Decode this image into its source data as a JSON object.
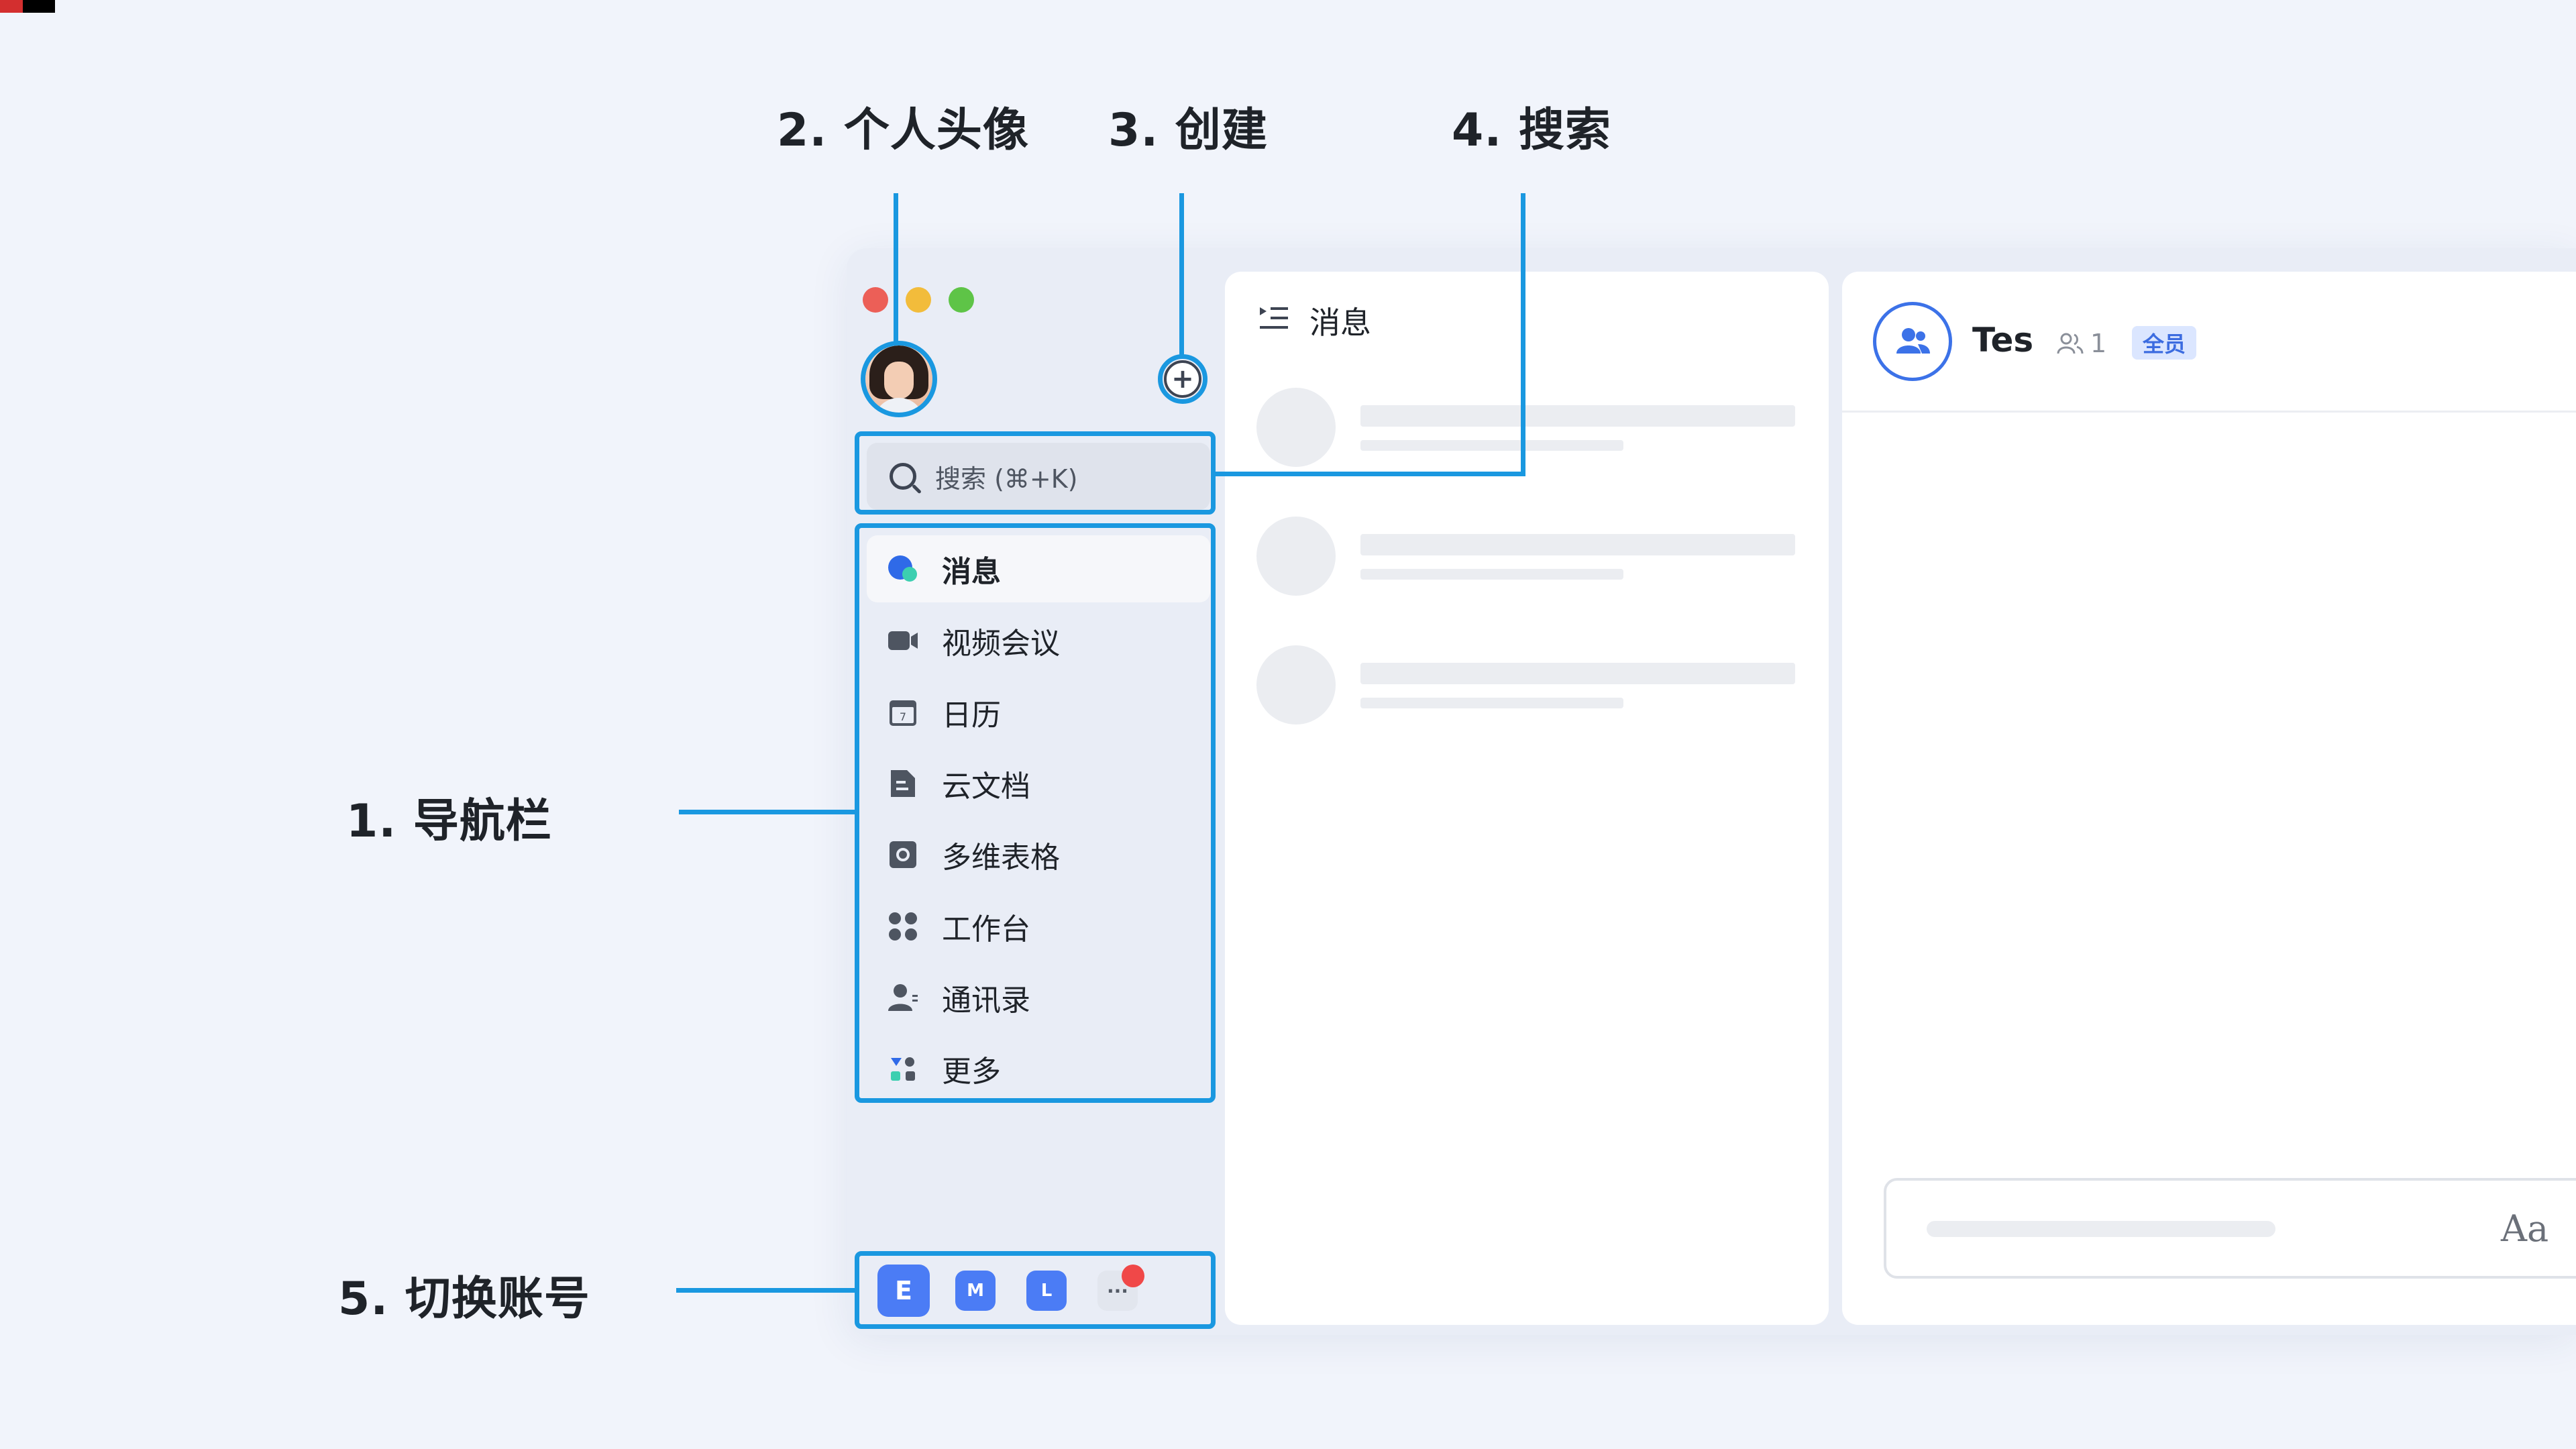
{
  "annotations": {
    "nav": "1. 导航栏",
    "avatar": "2. 个人头像",
    "create": "3. 创建",
    "search": "4. 搜索",
    "switch": "5. 切换账号"
  },
  "search": {
    "placeholder": "搜索 (⌘+K)"
  },
  "nav_items": [
    {
      "label": "消息",
      "icon": "chat-bubble-icon",
      "active": true
    },
    {
      "label": "视频会议",
      "icon": "video-camera-icon"
    },
    {
      "label": "日历",
      "icon": "calendar-icon"
    },
    {
      "label": "云文档",
      "icon": "document-icon"
    },
    {
      "label": "多维表格",
      "icon": "base-table-icon"
    },
    {
      "label": "工作台",
      "icon": "apps-grid-icon"
    },
    {
      "label": "通讯录",
      "icon": "contacts-icon"
    },
    {
      "label": "更多",
      "icon": "more-apps-icon"
    }
  ],
  "calendar_day": "7",
  "accounts": [
    {
      "letter": "E",
      "selected": true
    },
    {
      "letter": "M"
    },
    {
      "letter": "L"
    },
    {
      "letter": "···"
    }
  ],
  "list_panel": {
    "title": "消息"
  },
  "chat": {
    "name": "Tes",
    "member_count": "1",
    "tag": "全员",
    "font_button": "Aa"
  },
  "colors": {
    "annotation": "#1a98e0",
    "accent": "#3c72e8",
    "account": "#4b7cf5",
    "badge": "#f04848"
  }
}
